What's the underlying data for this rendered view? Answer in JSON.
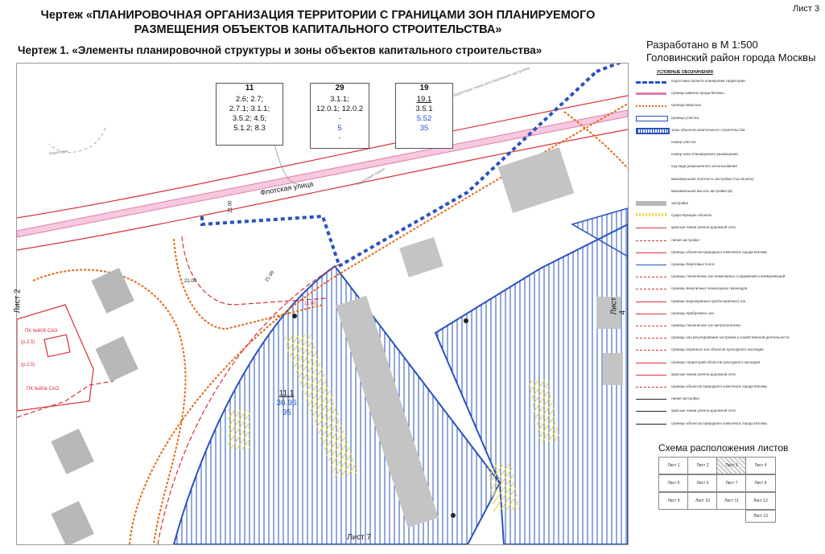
{
  "header": {
    "sheet_number": "Лист 3",
    "main_title_line1": "Чертеж «ПЛАНИРОВОЧНАЯ ОРГАНИЗАЦИЯ ТЕРРИТОРИИ С ГРАНИЦАМИ ЗОН ПЛАНИРУЕМОГО",
    "main_title_line2": "РАЗМЕЩЕНИЯ ОБЪЕКТОВ КАПИТАЛЬНОГО СТРОИТЕЛЬСТВА»",
    "subtitle": "Чертеж 1. «Элементы планировочной структуры и зоны объектов капитального строительства»",
    "scale": "Разработано в М 1:500",
    "district": "Головинский район города Москвы"
  },
  "zone_cards": [
    {
      "number": "11",
      "lines": [
        "2.6; 2.7;",
        "2.7.1; 3.1.1;",
        "3.5.2; 4.5;",
        "5.1.2; 8.3"
      ],
      "blue_lines": []
    },
    {
      "number": "29",
      "lines": [
        "3.1.1;",
        "12.0.1; 12.0.2"
      ],
      "blue_lines": [
        "-",
        "5",
        "-"
      ]
    },
    {
      "number": "19",
      "lines": [
        "19.1",
        "3.5.1"
      ],
      "blue_lines": [
        "5.52",
        "35"
      ]
    }
  ],
  "map_labels": {
    "street": "Флотская улица",
    "sheet_left": "Лист 2",
    "sheet_right": "Лист 4",
    "sheet_bottom": "Лист 7",
    "zone_code": "11.1",
    "zone_density": "36.96",
    "zone_height": "95",
    "pk1": "ПК №80б САО",
    "pk2": "ПК №80в САО",
    "p1": "(р.2.5)",
    "p2": "(р.2.5)",
    "dim1": "21.00",
    "dim2": "21.00",
    "dim3": "21.00",
    "dim4": "11.00",
    "shore_small": "береговая",
    "line_small": "Береговая линия",
    "route_small": "Береговая линия регулирования застройки"
  },
  "legend": {
    "heading": "УСЛОВНЫЕ ОБОЗНАЧЕНИЯ",
    "items": [
      {
        "symbol": "blue-dash",
        "text": "подготовка проекта планировки территории"
      },
      {
        "symbol": "pink-band",
        "text": "граница района города Москвы"
      },
      {
        "symbol": "orange-dot",
        "text": "граница квартала"
      },
      {
        "symbol": "blue-box",
        "text": "граница участка"
      },
      {
        "symbol": "blue-rect",
        "text": "зоны объектов капитального строительства"
      },
      {
        "symbol": "num",
        "text": "номер участка"
      },
      {
        "symbol": "num",
        "text": "номер зоны планируемого размещения"
      },
      {
        "symbol": "num",
        "text": "код вида разрешенного использования"
      },
      {
        "symbol": "num",
        "text": "максимальная плотность застройки (тыс.кв.м/га)"
      },
      {
        "symbol": "num",
        "text": "максимальная высота застройки (м)"
      },
      {
        "symbol": "grey",
        "text": "застройка"
      },
      {
        "symbol": "yellow",
        "text": "существующие объекты"
      },
      {
        "symbol": "red-line",
        "text": "красные линии улично-дорожной сети"
      },
      {
        "symbol": "red-dash",
        "text": "линия застройки"
      },
      {
        "symbol": "red-line",
        "text": "границы объектов природного комплекса города Москвы"
      },
      {
        "symbol": "blue-line",
        "text": "границы береговых полос"
      },
      {
        "symbol": "red-dash",
        "text": "границы технических зон инженерных сооружений и коммуникаций"
      },
      {
        "symbol": "red-dash",
        "text": "границы внеуличных пешеходных переходов"
      },
      {
        "symbol": "red-line",
        "text": "границы водоохранных (рыбоохранных) зон"
      },
      {
        "symbol": "red-line",
        "text": "границы прибрежных зон"
      },
      {
        "symbol": "red-dash",
        "text": "границы технических зон метрополитена"
      },
      {
        "symbol": "red-dash",
        "text": "границы зон регулирования застройки и хозяйственной деятельности"
      },
      {
        "symbol": "red-dash",
        "text": "границы охранных зон объектов культурного наследия"
      },
      {
        "symbol": "red-line",
        "text": "границы территорий объектов культурного наследия"
      },
      {
        "symbol": "red-line",
        "text": "красные линии улично-дорожной сети"
      },
      {
        "symbol": "red-dash",
        "text": "границы объектов природного комплекса города Москвы"
      },
      {
        "symbol": "black-line",
        "text": "линия застройки"
      },
      {
        "symbol": "black-line",
        "text": "красные линии улично-дорожной сети"
      },
      {
        "symbol": "black-line",
        "text": "границы объектов природного комплекса города Москвы"
      }
    ]
  },
  "schema": {
    "title": "Схема расположения листов",
    "cells": [
      [
        "Лист 1",
        "Лист 2",
        "Лист 3",
        "Лист 4"
      ],
      [
        "Лист 5",
        "Лист 6",
        "Лист 7",
        "Лист 8"
      ],
      [
        "Лист 9",
        "Лист 10",
        "Лист 11",
        "Лист 12"
      ]
    ],
    "extra": "Лист 13",
    "current": "Лист 3"
  },
  "colors": {
    "zone_blue": "#2a52be",
    "red": "#d8303a",
    "orange": "#e36a1b",
    "pink": "#e07bb0",
    "yellow": "#e8d84a",
    "grey": "#b8b8b8"
  }
}
